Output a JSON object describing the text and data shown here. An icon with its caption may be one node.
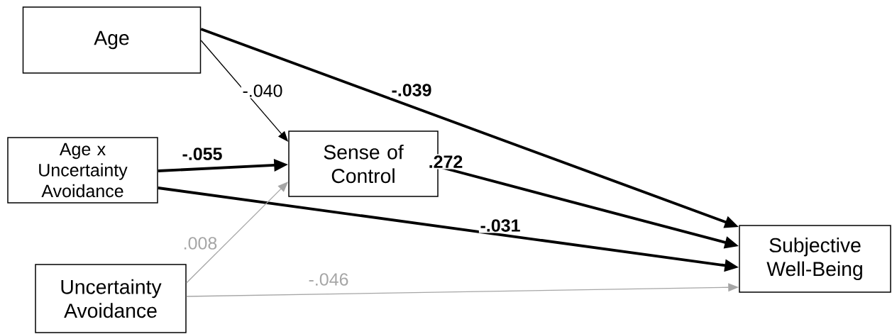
{
  "diagram": {
    "nodes": [
      {
        "text": [
          "Age"
        ]
      },
      {
        "text": [
          "Age x Uncertainty Avoidance"
        ]
      },
      {
        "text": [
          "Sense of Control"
        ]
      },
      {
        "text": [
          "Uncertainty Avoidance"
        ]
      },
      {
        "text": [
          "Subjective Well-Being"
        ]
      }
    ],
    "edges": [
      {
        "from": 0,
        "to": 2,
        "arrow": "to",
        "label": "-.040"
      },
      {
        "from": 0,
        "to": 4,
        "arrow": "to",
        "label": "-.039"
      },
      {
        "from": 1,
        "to": 2,
        "arrow": "to",
        "label": "-.055"
      },
      {
        "from": 1,
        "to": 4,
        "arrow": "to",
        "label": "-.031"
      },
      {
        "from": 3,
        "to": 2,
        "arrow": "to",
        "label": ".008",
        "color": "#a6a6a6"
      },
      {
        "from": 3,
        "to": 4,
        "arrow": "to",
        "label": "-.046",
        "color": "#a6a6a6"
      },
      {
        "from": 2,
        "to": 4,
        "arrow": "to",
        "label": ".272"
      }
    ]
  }
}
